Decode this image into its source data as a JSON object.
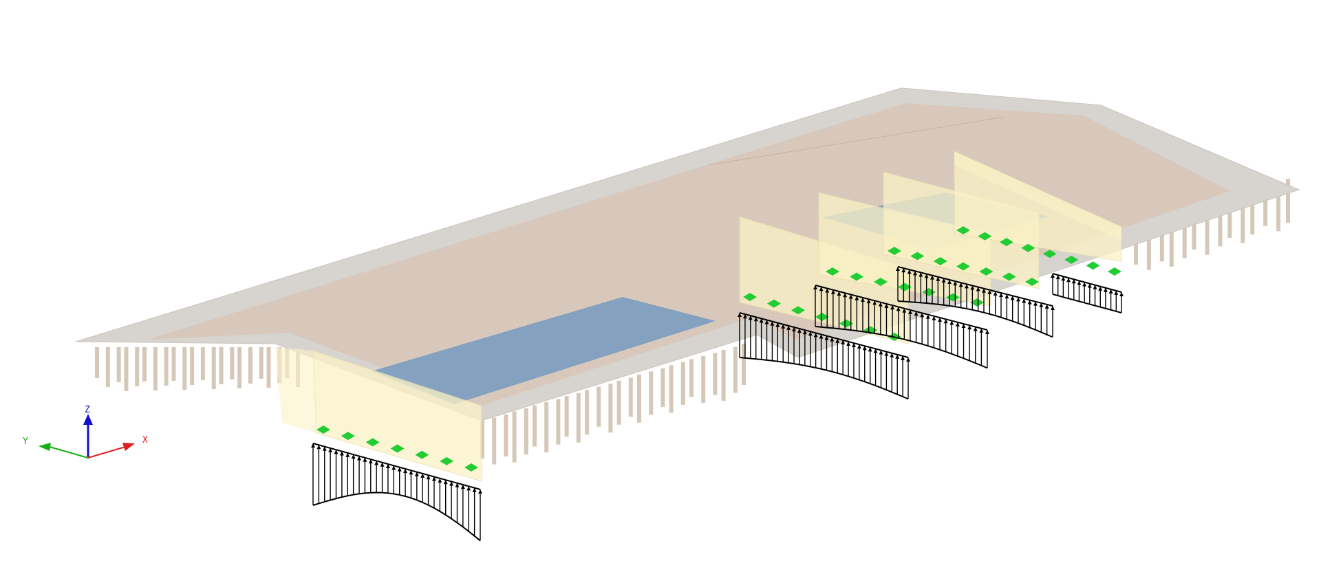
{
  "viewport": {
    "background": "#ffffff",
    "axes": {
      "x_label": "X",
      "y_label": "Y",
      "z_label": "Z",
      "x_color": "#e02020",
      "y_color": "#10b010",
      "z_color": "#1010d0"
    },
    "colors": {
      "slab_edge": "#d7d4cf",
      "slab_top": "#d9c9bc",
      "opening": "#7f9fc0",
      "pile": "#d6c8b8",
      "wall": "#fbf2c6",
      "support": "#22cc33",
      "load": "#000000"
    }
  }
}
